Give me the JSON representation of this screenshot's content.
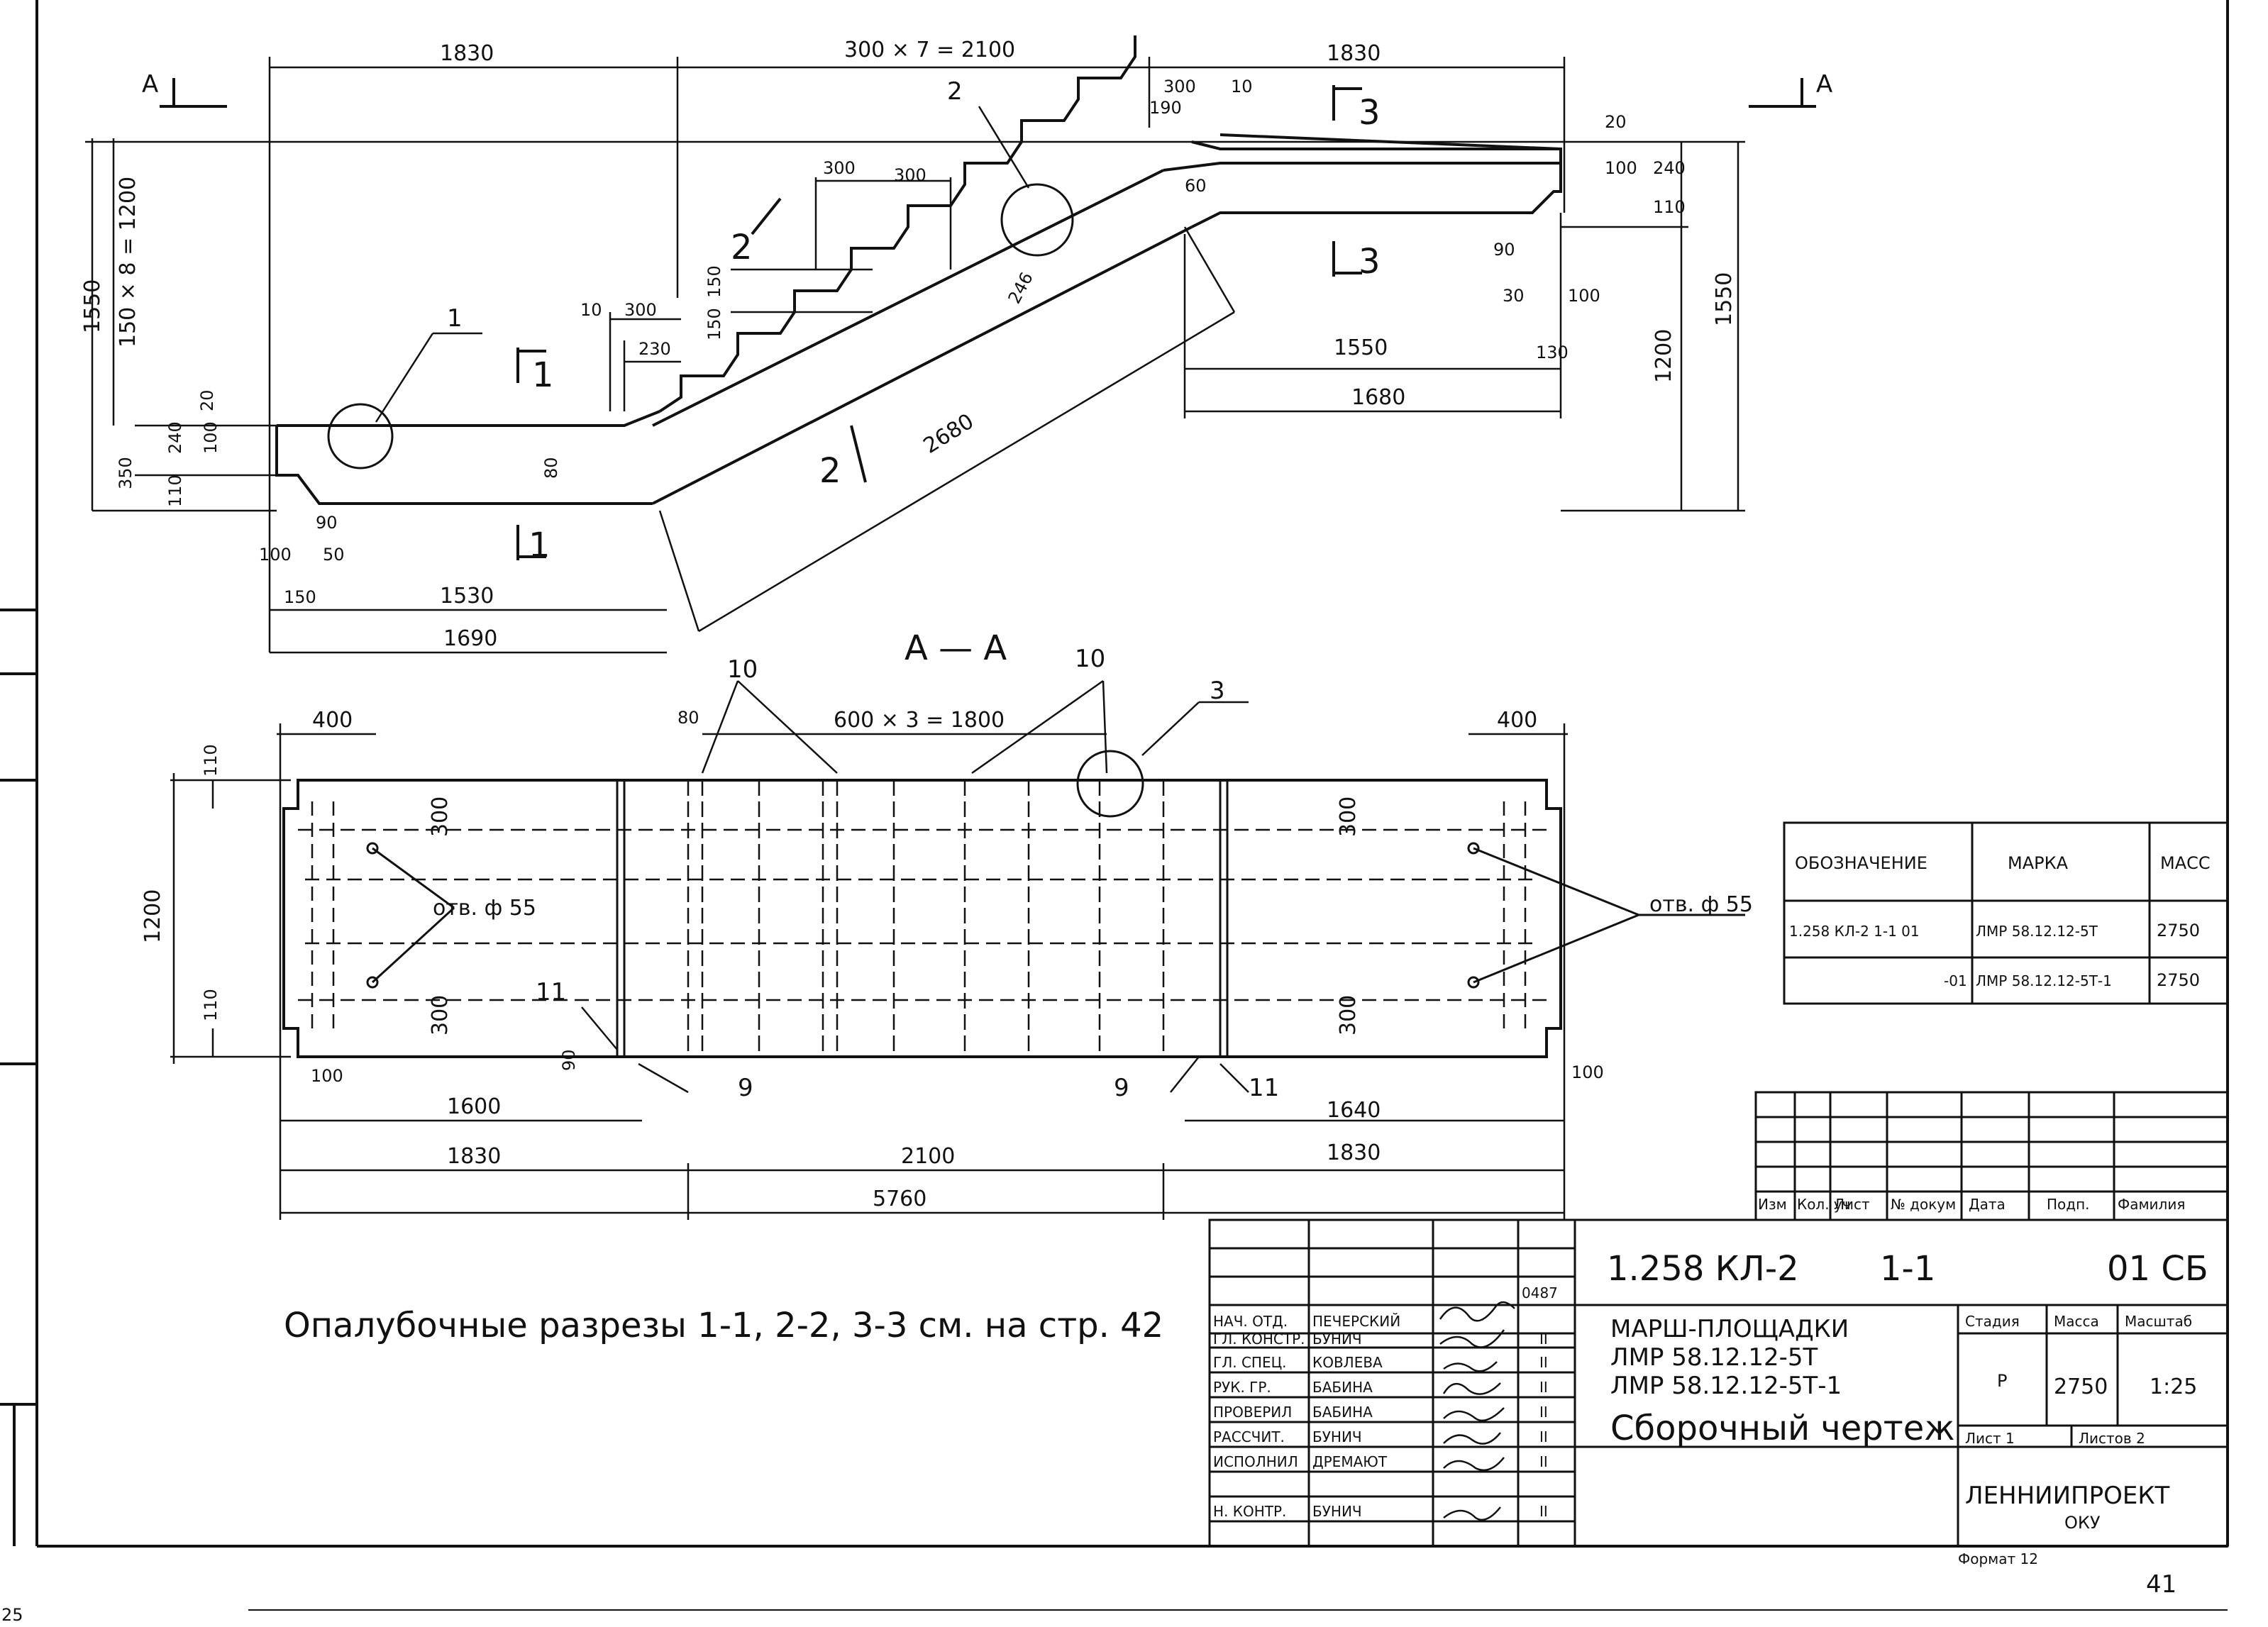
{
  "section_aa": {
    "title": "А — А",
    "section_marks": [
      "А",
      "А"
    ],
    "dims": {
      "left_1830": "1830",
      "mid_steps": "300 × 7 = 2100",
      "right_1830": "1830",
      "d300a": "300",
      "d10a": "10",
      "d190": "190",
      "d20r": "20",
      "d100r": "100",
      "d240r": "240",
      "d60": "60",
      "d110r": "110",
      "d90r": "90",
      "d30r": "30",
      "d100r2": "100",
      "d1550": "1550",
      "d130": "130",
      "d1680": "1680",
      "d1200r": "1200",
      "d1550r": "1550",
      "d300s1": "300",
      "d300s2": "300",
      "d150": "150",
      "d246": "246",
      "d10b": "10",
      "d300b": "300",
      "d230": "230",
      "d150l": "150",
      "d150x8": "150 × 8 = 1200",
      "d1550l": "1550",
      "d20l": "20",
      "d350": "350",
      "d240l": "240",
      "d100l": "100",
      "d110l": "110",
      "d80": "80",
      "d90b": "90",
      "d100b": "100",
      "d50": "50",
      "d150b": "150",
      "d1530": "1530",
      "d1690": "1690",
      "d2680": "2680"
    },
    "cuts": {
      "c1a": "1",
      "c1b": "1",
      "c2a": "2",
      "c2b": "2",
      "c3a": "3",
      "c3b": "3"
    },
    "callouts": {
      "k1": "1",
      "k2": "2"
    }
  },
  "plan_view": {
    "dims": {
      "d400l": "400",
      "d80": "80",
      "d600x3": "600 × 3 = 1800",
      "d400r": "400",
      "d110t": "110",
      "d1200": "1200",
      "d110b": "110",
      "d300a": "300",
      "d300b": "300",
      "d300c": "300",
      "d300d": "300",
      "d100l": "100",
      "d90": "90",
      "d100r": "100",
      "d1600": "1600",
      "d1640": "1640",
      "d1830l": "1830",
      "d2100": "2100",
      "d1830r": "1830",
      "d5760": "5760"
    },
    "hole_label_left": "отв. ф 55",
    "hole_label_right": "отв. ф 55",
    "callouts": {
      "k10a": "10",
      "k10b": "10",
      "k3": "3",
      "k11a": "11",
      "k11b": "11",
      "k9a": "9",
      "k9b": "9"
    }
  },
  "note": "Опалубочные разрезы 1-1, 2-2, 3-3 см. на стр. 42",
  "spec_table": {
    "headers": [
      "ОБОЗНАЧЕНИЕ",
      "МАРКА",
      "МАСС"
    ],
    "rows": [
      [
        "1.258 КЛ-2 1-1 01",
        "ЛМР 58.12.12-5Т",
        "2750"
      ],
      [
        "-01",
        "ЛМР 58.12.12-5Т-1",
        "2750"
      ]
    ]
  },
  "rev_table": {
    "headers": [
      "Изм",
      "Кол. уч",
      "Лист",
      "№ докум",
      "Дата",
      "Подп.",
      "Фамилия"
    ]
  },
  "title_block": {
    "code": "1.258 КЛ-2",
    "sheet_ref": "1-1",
    "doc_suffix": "01 СБ",
    "name_lines": [
      "МАРШ-ПЛОЩАДКИ",
      "ЛМР 58.12.12-5Т",
      "ЛМР 58.12.12-5Т-1"
    ],
    "doc_type": "Сборочный чертеж",
    "stage_label": "Стадия",
    "stage_value": "Р",
    "mass_label": "Масса",
    "mass_value": "2750",
    "scale_label": "Масштаб",
    "scale_value": "1:25",
    "sheet_label": "Лист 1",
    "sheets_label": "Листов 2",
    "org_line1": "ЛЕННИИПРОЕКТ",
    "org_line2": "ОКУ",
    "format": "Формат 12",
    "doc_number": "0487",
    "signers": [
      {
        "role": "НАЧ. ОТД.",
        "name": "ПЕЧЕРСКИЙ",
        "mark": ""
      },
      {
        "role": "ГЛ. КОНСТР.",
        "name": "БУНИЧ",
        "mark": "II"
      },
      {
        "role": "ГЛ. СПЕЦ.",
        "name": "КОВЛЕВА",
        "mark": "II"
      },
      {
        "role": "РУК. ГР.",
        "name": "БАБИНА",
        "mark": "II"
      },
      {
        "role": "ПРОВЕРИЛ",
        "name": "БАБИНА",
        "mark": "II"
      },
      {
        "role": "РАССЧИТ.",
        "name": "БУНИЧ",
        "mark": "II"
      },
      {
        "role": "ИСПОЛНИЛ",
        "name": "ДРЕМАЮТ",
        "mark": "II"
      },
      {
        "role": "Н. КОНТР.",
        "name": "БУНИЧ",
        "mark": "II"
      }
    ]
  },
  "page_number": "25",
  "corner_mark": "41"
}
